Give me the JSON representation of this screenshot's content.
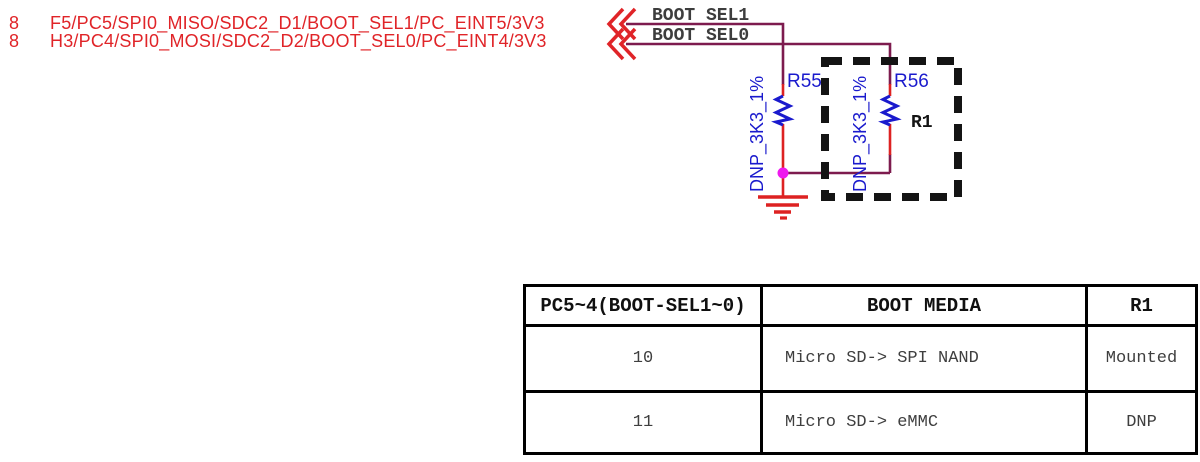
{
  "page": {
    "background": "#ffffff"
  },
  "pin_callouts": [
    {
      "pin": "8",
      "label": "F5/PC5/SPI0_MISO/SDC2_D1/BOOT_SEL1/PC_EINT5/3V3"
    },
    {
      "pin": "8",
      "label": "H3/PC4/SPI0_MOSI/SDC2_D2/BOOT_SEL0/PC_EINT4/3V3"
    }
  ],
  "schematic": {
    "nets": [
      {
        "label": "BOOT SEL1"
      },
      {
        "label": "BOOT SEL0"
      }
    ],
    "resistors": [
      {
        "ref": "R55",
        "value": "DNP_3K3_1%"
      },
      {
        "ref": "R56",
        "value": "DNP_3K3_1%"
      }
    ],
    "dnp_box": {
      "ref": "R1"
    },
    "symbols": [
      "off-page-chevron",
      "ground"
    ],
    "colors": {
      "wire": "#7d1b4e",
      "component_blue": "#1a1acd",
      "pin_text_red": "#e02428",
      "ground_red": "#dd2222",
      "junction_magenta": "#ee19ee",
      "outline_black": "#141414"
    }
  },
  "boot_table": {
    "headers": [
      "PC5~4(BOOT-SEL1~0)",
      "BOOT MEDIA",
      "R1"
    ],
    "rows": [
      {
        "sel": "10",
        "media": "Micro SD-> SPI NAND",
        "r1": "Mounted"
      },
      {
        "sel": "11",
        "media": "Micro SD-> eMMC",
        "r1": "DNP"
      }
    ]
  }
}
